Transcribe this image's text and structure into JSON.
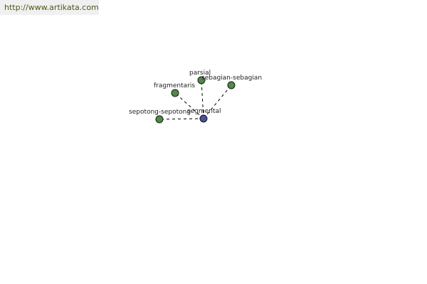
{
  "site": {
    "url": "http://www.artikata.com"
  },
  "graph": {
    "center": {
      "label": "segmental",
      "color": "#4b4f9c"
    },
    "related": [
      {
        "label": "parsial",
        "color": "#4f8a45"
      },
      {
        "label": "sebagian-sebagian",
        "color": "#4f8a45"
      },
      {
        "label": "fragmentaris",
        "color": "#4f8a45"
      },
      {
        "label": "sepotong-sepotong",
        "color": "#4f8a45"
      }
    ]
  }
}
